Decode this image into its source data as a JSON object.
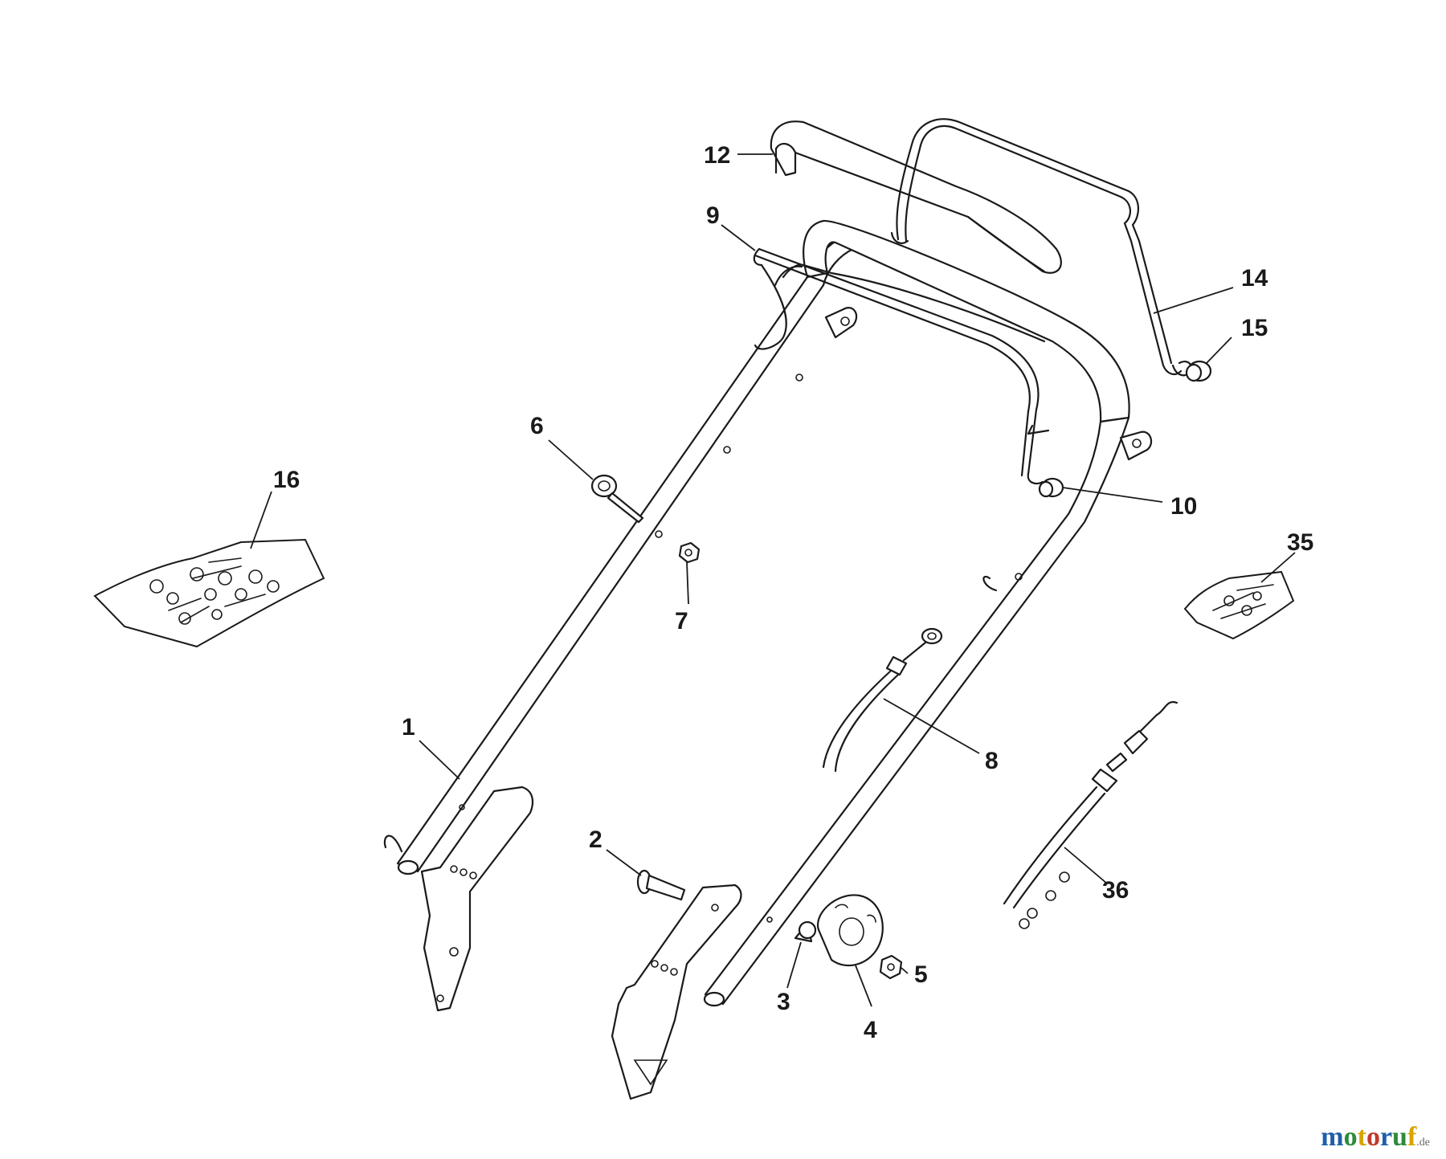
{
  "diagram": {
    "callouts": [
      {
        "id": "p1",
        "label": "1"
      },
      {
        "id": "p2",
        "label": "2"
      },
      {
        "id": "p3",
        "label": "3"
      },
      {
        "id": "p4",
        "label": "4"
      },
      {
        "id": "p5",
        "label": "5"
      },
      {
        "id": "p6",
        "label": "6"
      },
      {
        "id": "p7",
        "label": "7"
      },
      {
        "id": "p8",
        "label": "8"
      },
      {
        "id": "p9",
        "label": "9"
      },
      {
        "id": "p10",
        "label": "10"
      },
      {
        "id": "p12",
        "label": "12"
      },
      {
        "id": "p14",
        "label": "14"
      },
      {
        "id": "p15",
        "label": "15"
      },
      {
        "id": "p16",
        "label": "16"
      },
      {
        "id": "p35",
        "label": "35"
      },
      {
        "id": "p36",
        "label": "36"
      }
    ]
  },
  "watermark": {
    "letters": [
      "m",
      "o",
      "t",
      "o",
      "r",
      "u",
      "f"
    ],
    "letter_colors": [
      "#1f5fa8",
      "#2e8b3a",
      "#d8a400",
      "#c0392b",
      "#1f5fa8",
      "#2e8b3a",
      "#d8a400"
    ],
    "suffix": ".de"
  }
}
